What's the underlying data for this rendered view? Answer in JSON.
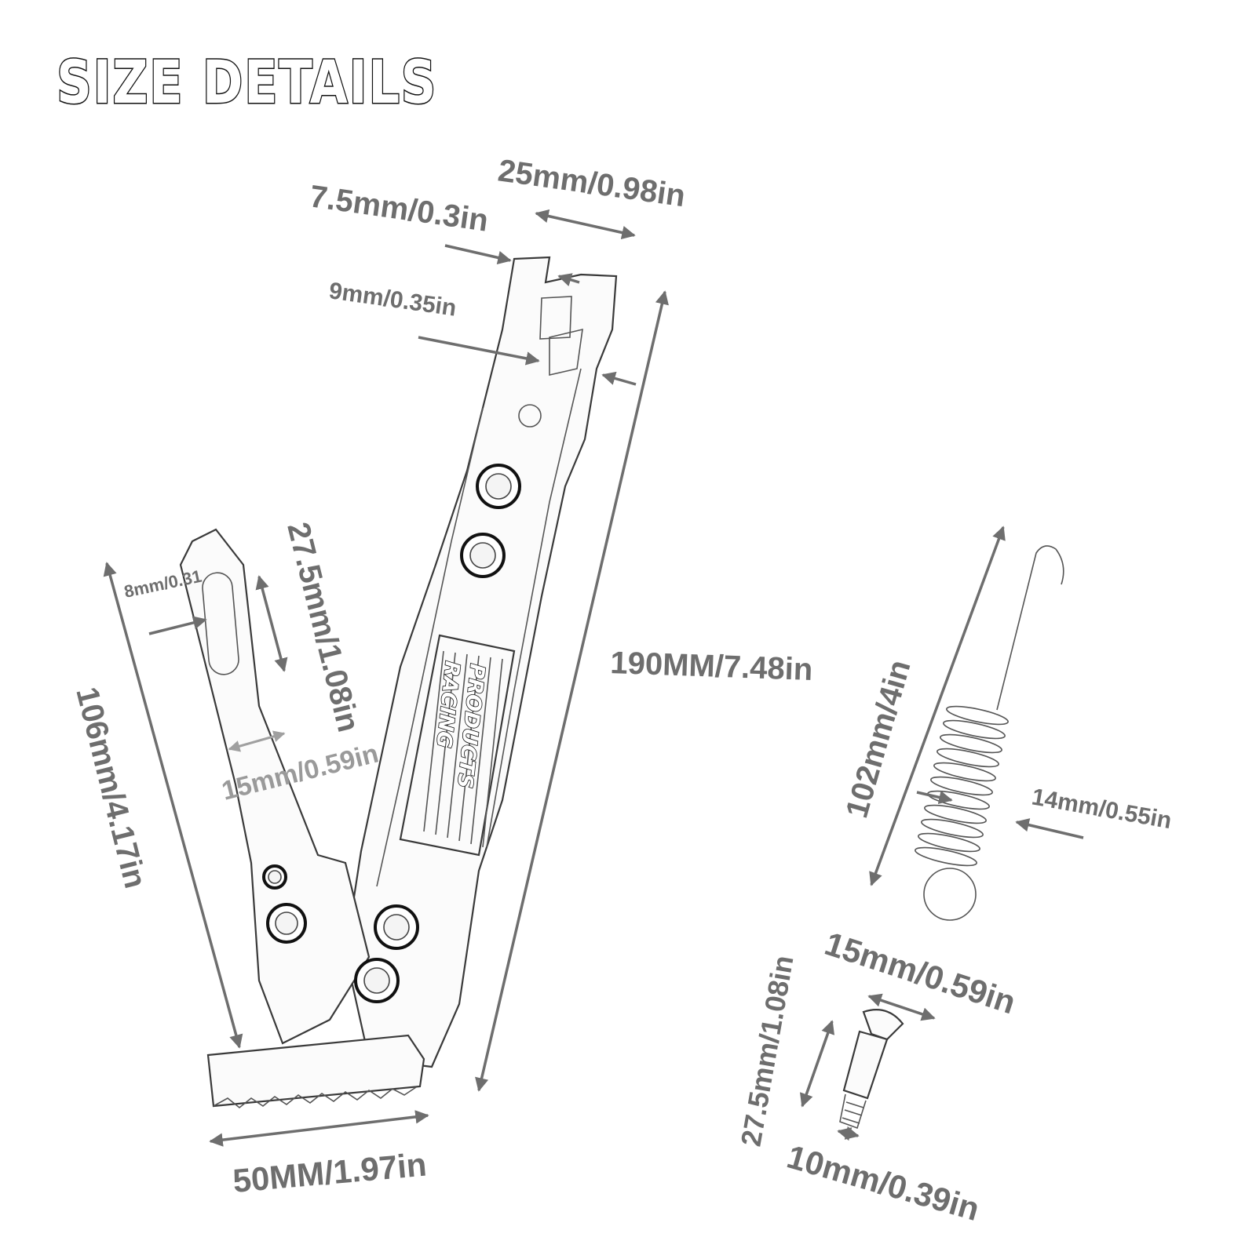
{
  "title": "SIZE DETAILS",
  "dimensions": {
    "width_top": "25mm/0.98in",
    "slot_gap": "7.5mm/0.3in",
    "hole": "9mm/0.35in",
    "total_length": "190MM/7.48in",
    "foot_width": "50MM/1.97in",
    "lower_arm_length": "106mm/4.17in",
    "slot_length": "27.5mm/1.08in",
    "slot_width": "8mm/0.31",
    "arm_width": "15mm/0.59in",
    "spring_length": "102mm/4in",
    "spring_diameter": "14mm/0.55in",
    "bolt_head": "15mm/0.59in",
    "bolt_length": "27.5mm/1.08in",
    "bolt_thread": "10mm/0.39in"
  },
  "logo": {
    "line1": "RACING",
    "line2": "PRODUCTS"
  },
  "colors": {
    "dimension_text": "#6e6e6e",
    "outline": "#3a3a3a",
    "title_outline": "#111111"
  }
}
